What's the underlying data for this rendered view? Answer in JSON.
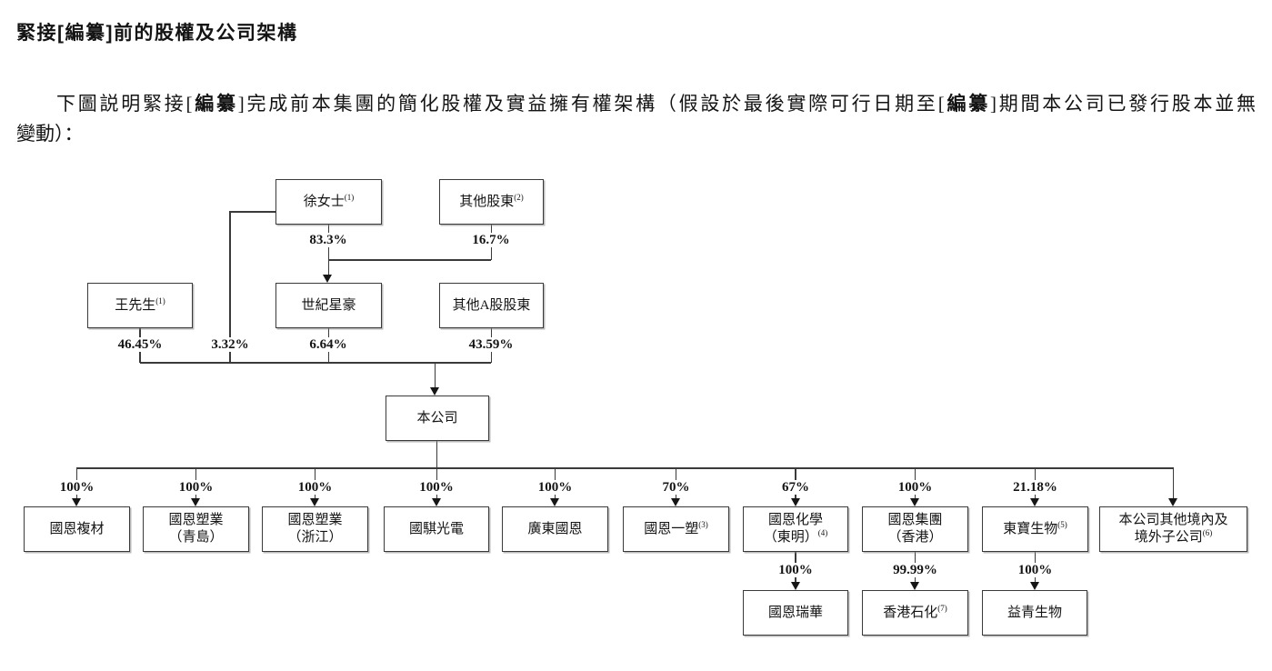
{
  "header": {
    "title": "緊接[編纂]前的股權及公司架構"
  },
  "paragraph": {
    "seg1": "下圖説明緊接[",
    "bold1": "編纂",
    "seg2": "]完成前本集團的簡化股權及實益擁有權架構（假設於最後實際可行日期至[",
    "bold2": "編纂",
    "seg3": "]期間本公司已發行股本並無",
    "line2": "變動）："
  },
  "diagram": {
    "nodes": {
      "xu": {
        "label": "徐女士",
        "sup": "(1)"
      },
      "osh": {
        "label": "其他股東",
        "sup": "(2)"
      },
      "wang": {
        "label": "王先生",
        "sup": "(1)"
      },
      "shiji": {
        "label": "世紀星豪"
      },
      "oas": {
        "label": "其他A股股東"
      },
      "company": {
        "label": "本公司"
      },
      "fucai": {
        "label": "國恩複材"
      },
      "qingdao": {
        "line1": "國恩塑業",
        "line2": "（青島）"
      },
      "zhejiang": {
        "line1": "國恩塑業",
        "line2": "（浙江）"
      },
      "guoqi": {
        "label": "國騏光電"
      },
      "guangdong": {
        "label": "廣東國恩"
      },
      "yisu": {
        "label": "國恩一塑",
        "sup": "(3)"
      },
      "huaxue": {
        "line1": "國恩化學",
        "line2": "（東明）",
        "sup": "(4)"
      },
      "jituan": {
        "line1": "國恩集團",
        "line2": "（香港）"
      },
      "dongbao": {
        "label": "東寶生物",
        "sup": "(5)"
      },
      "othersub": {
        "line1": "本公司其他境內及",
        "line2": "境外子公司",
        "sup": "(6)"
      },
      "ruihua": {
        "label": "國恩瑞華"
      },
      "hkshihua": {
        "label": "香港石化",
        "sup": "(7)"
      },
      "yiqing": {
        "label": "益青生物"
      }
    },
    "percentages": {
      "xu_to_shiji": "83.3%",
      "osh_to_shiji": "16.7%",
      "wang_to_company": "46.45%",
      "xu_to_company": "3.32%",
      "shiji_to_company": "6.64%",
      "oas_to_company": "43.59%",
      "to_fucai": "100%",
      "to_qingdao": "100%",
      "to_zhejiang": "100%",
      "to_guoqi": "100%",
      "to_guangdong": "100%",
      "to_yisu": "70%",
      "to_huaxue": "67%",
      "to_jituan": "100%",
      "to_dongbao": "21.18%",
      "to_ruihua": "100%",
      "to_hkshihua": "99.99%",
      "to_yiqing": "100%"
    }
  }
}
